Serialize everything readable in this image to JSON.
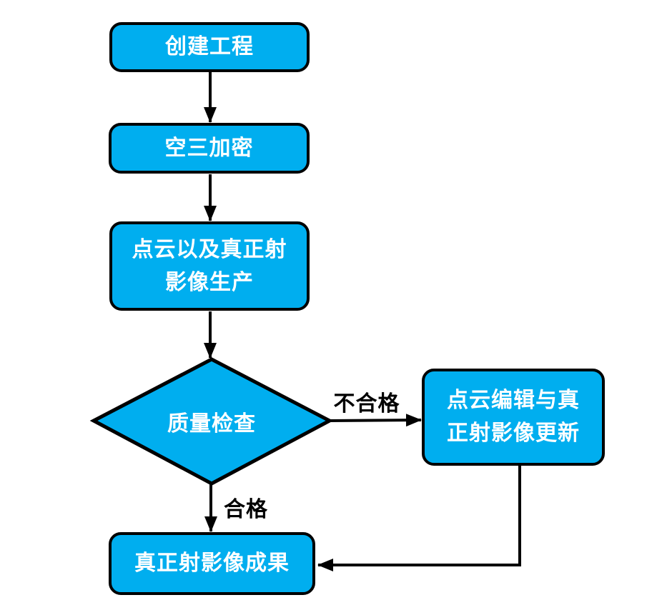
{
  "diagram": {
    "type": "flowchart",
    "background_color": "#FFFFFF",
    "node_fill_color": "#00AEEF",
    "node_border_color": "#000000",
    "node_text_color": "#FFFFFF",
    "connector_color": "#000000",
    "edge_label_color": "#000000",
    "nodes": {
      "create_project": {
        "shape": "rounded-rect",
        "label": "创建工程"
      },
      "aerial_triangulation": {
        "shape": "rounded-rect",
        "label": "空三加密"
      },
      "production": {
        "shape": "rounded-rect",
        "line1": "点云以及真正射",
        "line2": "影像生产"
      },
      "quality_check": {
        "shape": "diamond",
        "label": "质量检查"
      },
      "edit_update": {
        "shape": "rounded-rect",
        "line1": "点云编辑与真",
        "line2": "正射影像更新"
      },
      "result": {
        "shape": "rounded-rect",
        "label": "真正射影像成果"
      }
    },
    "edges": {
      "fail_label": "不合格",
      "pass_label": "合格"
    }
  }
}
